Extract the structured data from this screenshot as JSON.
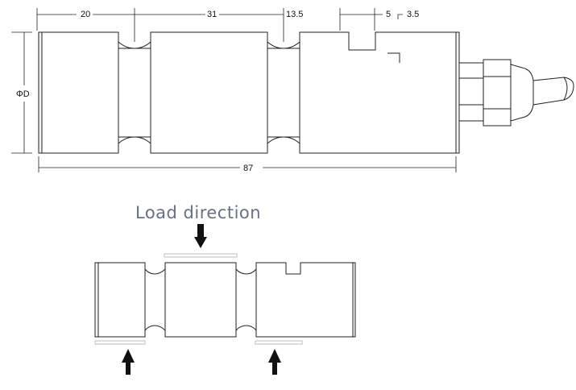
{
  "top_view": {
    "dims": {
      "seg1": "20",
      "seg2": "31",
      "seg3": "13.5",
      "slot_width": "5",
      "slot_depth": "3.5",
      "total": "87",
      "diameter": "ΦD"
    }
  },
  "load_view": {
    "label": "Load direction"
  },
  "colors": {
    "line": "#222222",
    "body_fill": "#ffffff",
    "arrow": "#111111",
    "label": "#6a7080",
    "support_pad": "#bdbdbd"
  }
}
